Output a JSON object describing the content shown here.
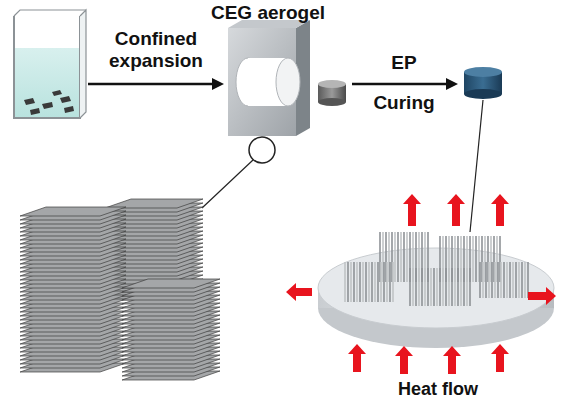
{
  "diagram": {
    "labels": [
      "CEG aerogel",
      "Confined expansion",
      "EP",
      "Curing",
      "Heat flow"
    ]
  }
}
